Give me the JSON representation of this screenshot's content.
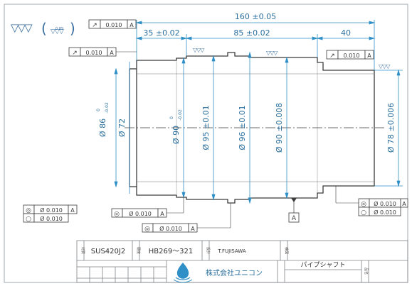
{
  "colors": {
    "paper": "#ffffff",
    "shaft_line": "#3b3b3b",
    "dimension": "#2f8fc7",
    "border": "#9aa0a6",
    "logo": "#2f8fc7"
  },
  "surface": {
    "roughness_general": "▽▽▽",
    "paren_open": "(",
    "paren_close": ")",
    "roughness_small": "0.8S",
    "fine_marks": [
      "▽▽▽",
      "▽▽▽",
      "▽▽▽",
      "▽▽▽"
    ]
  },
  "dims_h": {
    "overall": "160 ±0.05",
    "left": "35 ±0.02",
    "middle": "85 ±0.02",
    "right": "40"
  },
  "dims_v": {
    "d86": "Ø 86",
    "d86_tol_upper": "0",
    "d86_tol_lower": "-0.02",
    "d72": "Ø 72",
    "d90a": "Ø 90",
    "d90a_tol_upper": "0",
    "d90a_tol_lower": "-0.02",
    "d95": "Ø 95 ±0.01",
    "d96": "Ø 96 ±0.01",
    "d90b": "Ø 90 ±0.008",
    "d78": "Ø 78 ±0.006"
  },
  "tolerances": {
    "runout_top": {
      "symbol": "↗",
      "value": "0.010",
      "datum": "A"
    },
    "runout_left": {
      "symbol": "↗",
      "value": "0.010",
      "datum": "A"
    },
    "runout_right": {
      "symbol": "↗",
      "value": "0.010",
      "datum": "A"
    },
    "bottom_left": [
      {
        "symbol": "◎",
        "value": "Ø 0.010",
        "datum": "A"
      },
      {
        "symbol": "○",
        "value": "Ø 0.010",
        "datum": ""
      }
    ],
    "bottom_mid1": {
      "symbol": "◎",
      "value": "Ø 0.010",
      "datum": "A"
    },
    "bottom_mid2": {
      "symbol": "◎",
      "value": "Ø 0.010",
      "datum": "A"
    },
    "bottom_right": [
      {
        "symbol": "◎",
        "value": "Ø 0.010",
        "datum": "A"
      },
      {
        "symbol": "○",
        "value": "Ø 0.010",
        "datum": ""
      }
    ],
    "datum_label": "A"
  },
  "title_block": {
    "material_label": "材質",
    "material": "SUS420J2",
    "hardness_label": "硬度",
    "hardness": "HB269～321",
    "designer_label": "設計",
    "designer": "T.FUJISAWA",
    "checker_label": "検図",
    "company": "株式会社ユニコン",
    "part_name": "パイプシャフト",
    "part_label": "品名"
  }
}
